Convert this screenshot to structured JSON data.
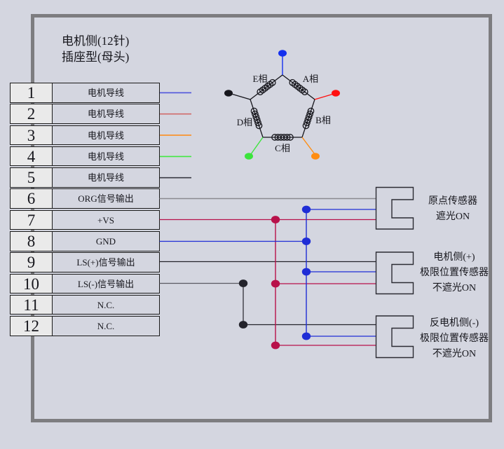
{
  "title": {
    "line1": "电机侧(12针)",
    "line2": "插座型(母头)"
  },
  "connector_table": {
    "rows": [
      {
        "pin": "1",
        "label": "电机导线",
        "wire_color": "#5055dd"
      },
      {
        "pin": "2",
        "label": "电机导线",
        "wire_color": "#d06a6a"
      },
      {
        "pin": "3",
        "label": "电机导线",
        "wire_color": "#ff8810"
      },
      {
        "pin": "4",
        "label": "电机导线",
        "wire_color": "#42e842"
      },
      {
        "pin": "5",
        "label": "电机导线",
        "wire_color": "#3a3a44"
      },
      {
        "pin": "6",
        "label": "ORG信号输出"
      },
      {
        "pin": "7",
        "label": "+VS"
      },
      {
        "pin": "8",
        "label": "GND"
      },
      {
        "pin": "9",
        "label": "LS(+)信号输出"
      },
      {
        "pin": "10",
        "label": "LS(-)信号输出"
      },
      {
        "pin": "11",
        "label": "N.C."
      },
      {
        "pin": "12",
        "label": "N.C."
      }
    ]
  },
  "motor": {
    "phase_labels": {
      "a": "A相",
      "b": "B相",
      "c": "C相",
      "d": "D相",
      "e": "E相"
    },
    "terminal_colors": {
      "top": "#1430ee",
      "right": "#ff1010",
      "bottom_right": "#ff8d12",
      "bottom_left": "#3ce43c",
      "left": "#16161c"
    }
  },
  "sensors": [
    {
      "line1": "原点传感器",
      "line2": "遮光ON"
    },
    {
      "line1": "电机侧(+)",
      "line2": "极限位置传感器",
      "line3": "不遮光ON"
    },
    {
      "line1": "反电机侧(-)",
      "line2": "极限位置传感器",
      "line3": "不遮光ON"
    }
  ],
  "colors": {
    "background": "#d4d6e0",
    "frame": "#7d7d80",
    "cell_background": "#eaeaea",
    "line_black": "#16161c",
    "wire_black": "#23232b",
    "wire_dark_gray": "#5a5a62",
    "wire_gray": "#8a8a90",
    "vs_crimson": "#b8114a",
    "gnd_blue": "#1f2dd6",
    "sensor_outline": "#2b2b33"
  }
}
